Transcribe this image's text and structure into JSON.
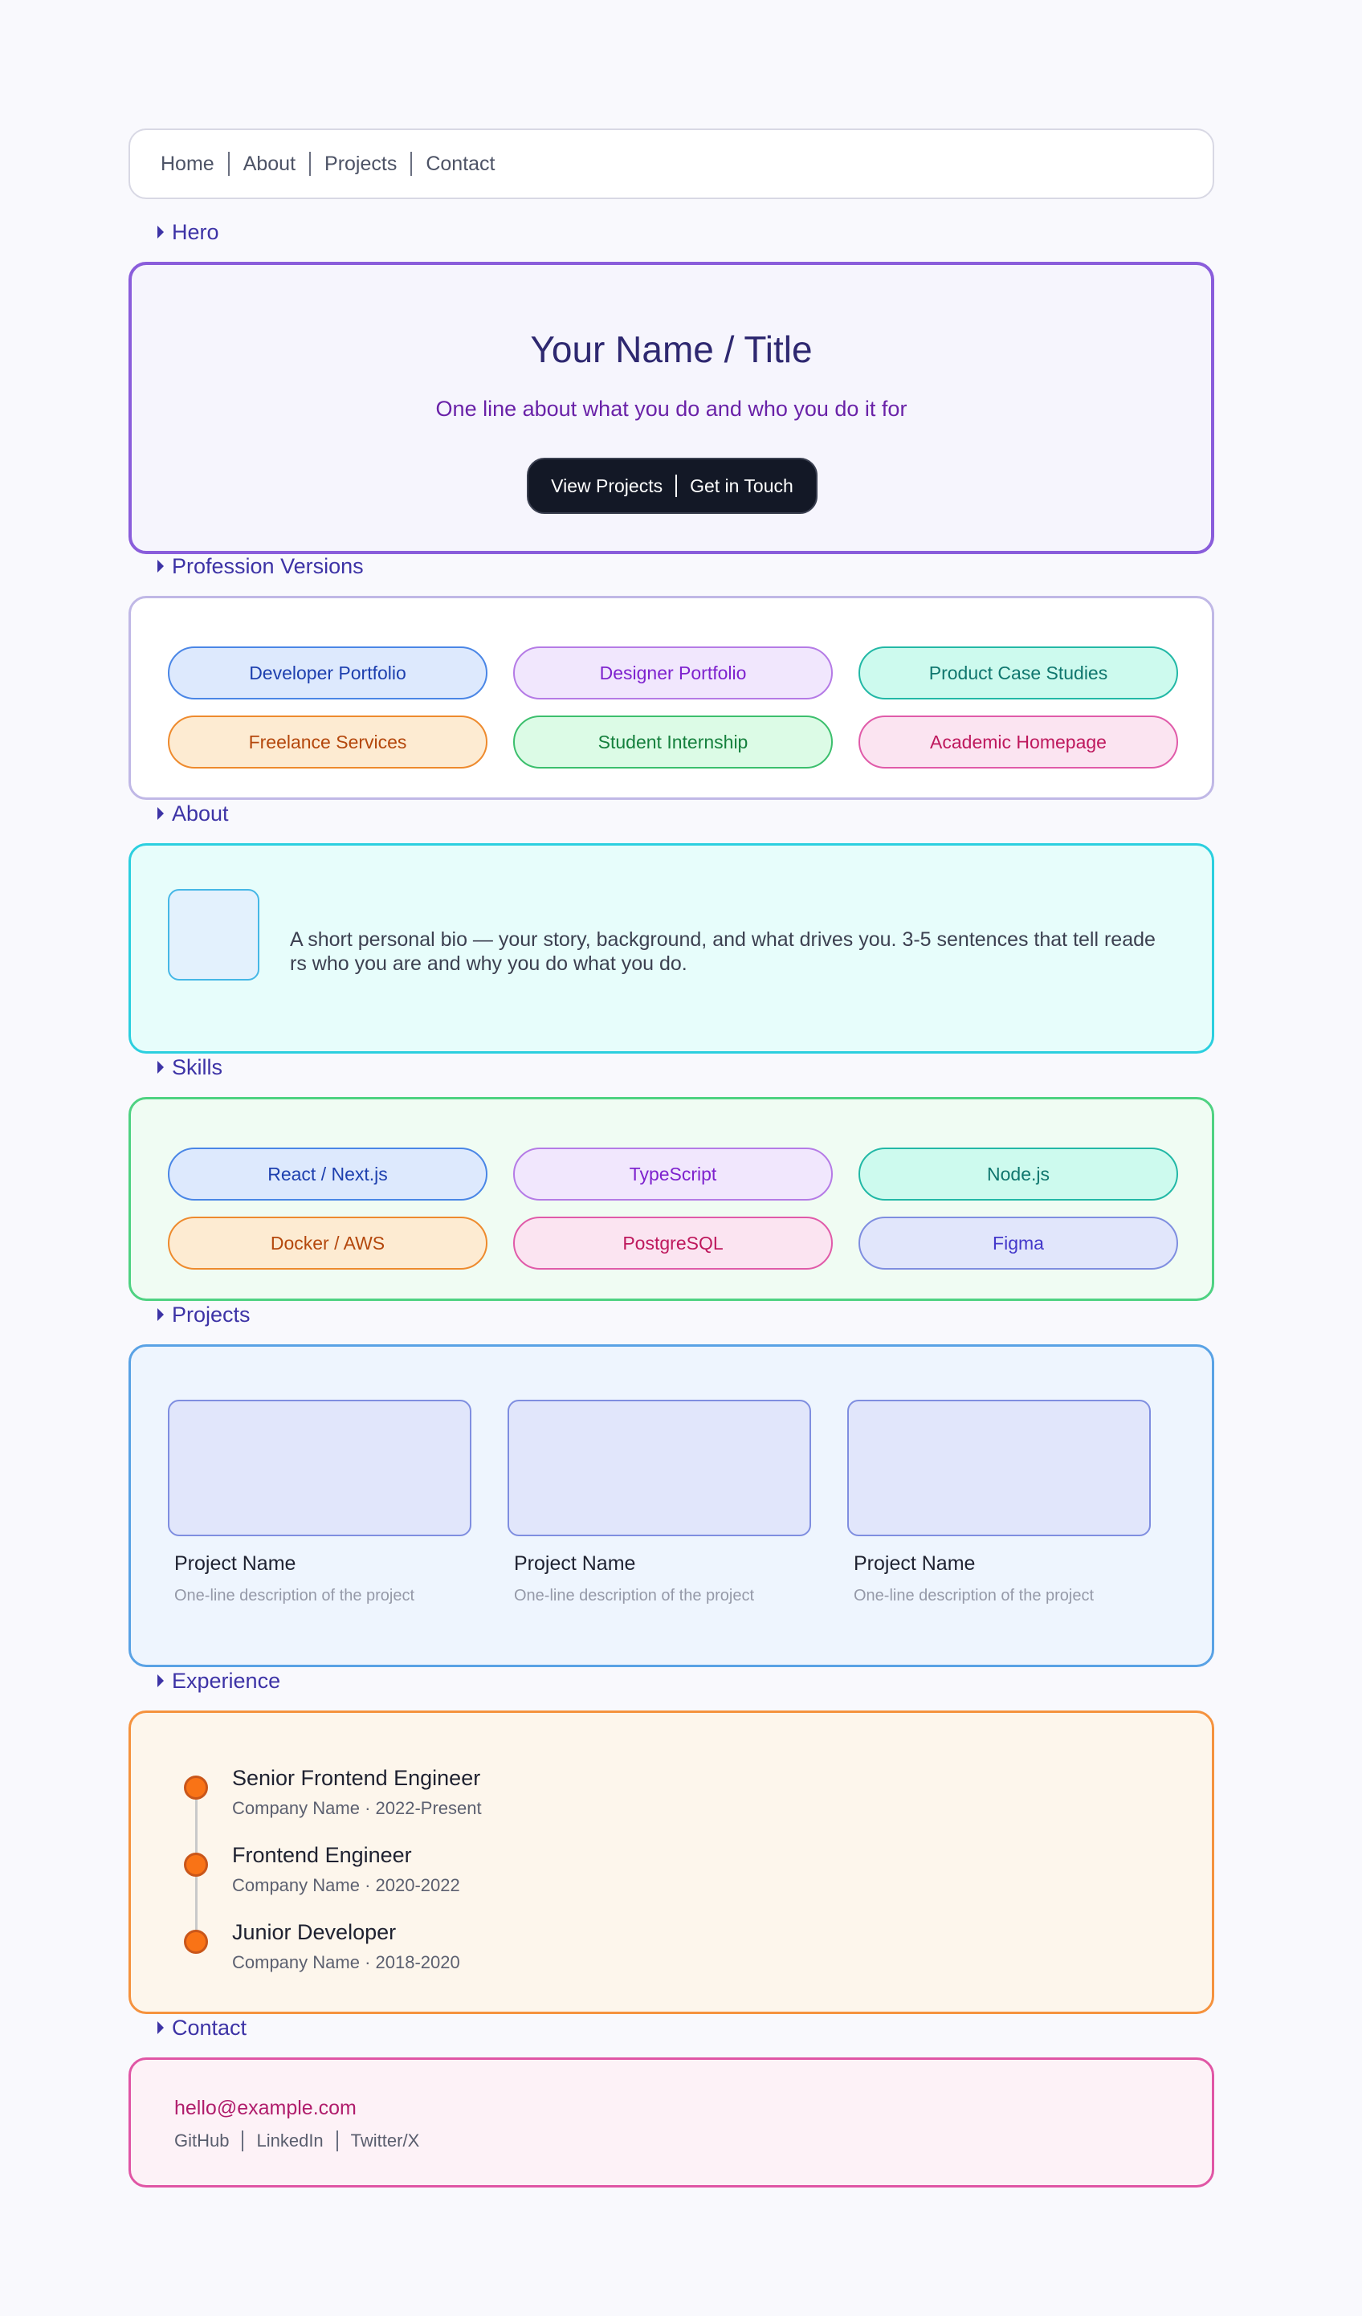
{
  "nav": {
    "items": [
      "Home",
      "About",
      "Projects",
      "Contact"
    ]
  },
  "sections": {
    "hero": "Hero",
    "versions": "Profession Versions",
    "about": "About",
    "skills": "Skills",
    "projects": "Projects",
    "experience": "Experience",
    "contact": "Contact"
  },
  "hero": {
    "title": "Your Name / Title",
    "subtitle": "One line about what you do and who you do it for",
    "primary_cta": "View Projects",
    "secondary_cta": "Get in Touch"
  },
  "versions": [
    {
      "label": "Developer Portfolio",
      "color": "#1e40af",
      "bg": "#dde9fd",
      "border": "#4a86e6"
    },
    {
      "label": "Designer Portfolio",
      "color": "#7e22ce",
      "bg": "#f1e7fd",
      "border": "#b57be6"
    },
    {
      "label": "Product Case Studies",
      "color": "#0f766e",
      "bg": "#cdfaee",
      "border": "#22b8a6"
    },
    {
      "label": "Freelance Services",
      "color": "#b4470c",
      "bg": "#fdebd2",
      "border": "#ee8a2d"
    },
    {
      "label": "Student Internship",
      "color": "#15803d",
      "bg": "#dcfbe6",
      "border": "#3cbf6d"
    },
    {
      "label": "Academic Homepage",
      "color": "#be185d",
      "bg": "#fbe4f1",
      "border": "#e05ba9"
    }
  ],
  "about": {
    "bio": "A short personal bio — your story, background, and what drives you. 3-5 sentences that tell readers who you are and why you do what you do."
  },
  "skills": [
    {
      "label": "React / Next.js",
      "color": "#1e40af",
      "bg": "#dde9fd",
      "border": "#4a86e6"
    },
    {
      "label": "TypeScript",
      "color": "#7e22ce",
      "bg": "#f1e7fd",
      "border": "#b57be6"
    },
    {
      "label": "Node.js",
      "color": "#0f766e",
      "bg": "#cdfaee",
      "border": "#22b8a6"
    },
    {
      "label": "Docker / AWS",
      "color": "#b4470c",
      "bg": "#fdebd2",
      "border": "#ee8a2d"
    },
    {
      "label": "PostgreSQL",
      "color": "#be185d",
      "bg": "#fbe4f1",
      "border": "#e05ba9"
    },
    {
      "label": "Figma",
      "color": "#4338ca",
      "bg": "#e1e6fb",
      "border": "#7f8ee0"
    }
  ],
  "projects": [
    {
      "name": "Project Name",
      "desc": "One-line description of the project"
    },
    {
      "name": "Project Name",
      "desc": "One-line description of the project"
    },
    {
      "name": "Project Name",
      "desc": "One-line description of the project"
    }
  ],
  "experience": [
    {
      "title": "Senior Frontend Engineer",
      "meta": "Company Name · 2022-Present"
    },
    {
      "title": "Frontend Engineer",
      "meta": "Company Name · 2020-2022"
    },
    {
      "title": "Junior Developer",
      "meta": "Company Name · 2018-2020"
    }
  ],
  "contact": {
    "email": "hello@example.com",
    "links": [
      "GitHub",
      "LinkedIn",
      "Twitter/X"
    ]
  }
}
